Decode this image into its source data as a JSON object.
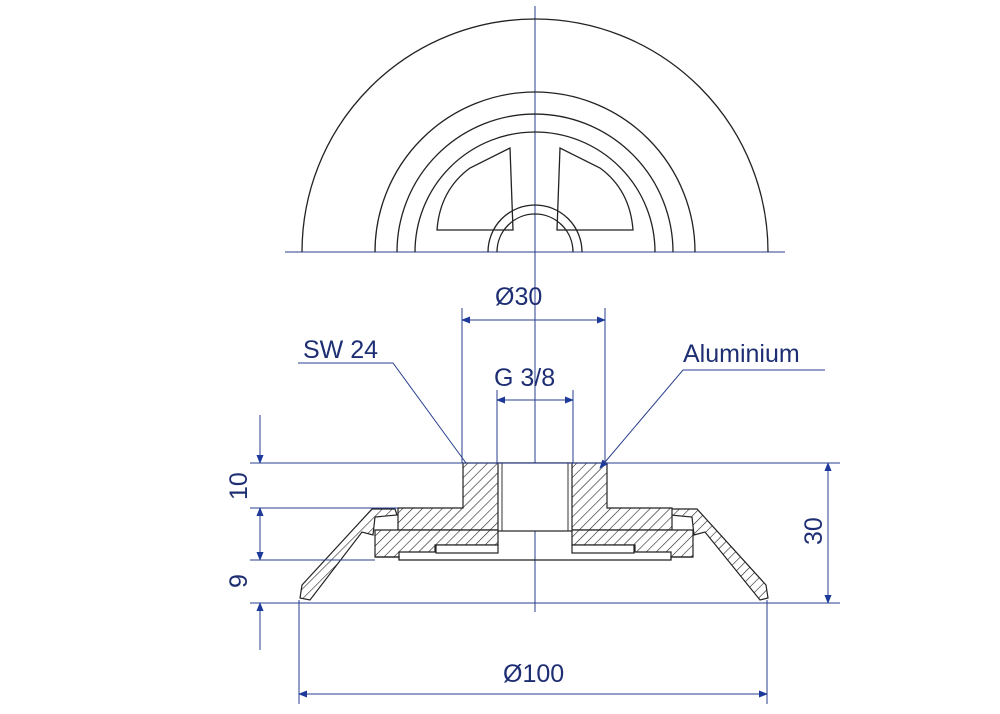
{
  "labels": {
    "dia_top": "Ø30",
    "sw": "SW 24",
    "thread": "G 3/8",
    "material": "Aluminium",
    "height_top": "10",
    "height_bottom": "9",
    "height_total": "30",
    "dia_base": "Ø100"
  },
  "colors": {
    "dimension": "#2a3f8f",
    "outline": "#222222"
  }
}
